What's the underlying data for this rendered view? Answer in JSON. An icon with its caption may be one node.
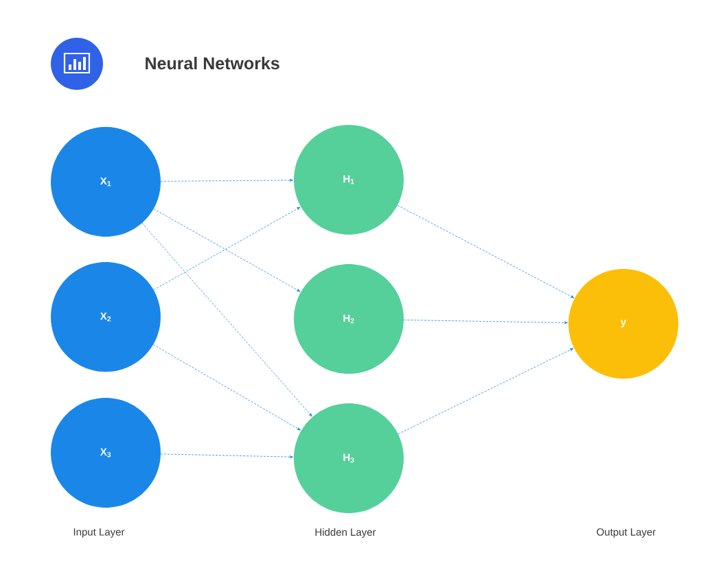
{
  "diagram": {
    "title": "Neural Networks",
    "nodes": [
      {
        "text": [
          "X$_{1}$"
        ]
      },
      {
        "text": [
          "X$_{2}$"
        ]
      },
      {
        "text": [
          "X$_{3}$"
        ]
      },
      {
        "text": [
          "H$_{1}$"
        ]
      },
      {
        "text": [
          "H$_{2}$"
        ]
      },
      {
        "text": [
          "H$_{3}$"
        ]
      },
      {
        "text": [
          "y"
        ]
      }
    ],
    "edges": [
      {
        "from": 0,
        "to": 3,
        "arrow": "to"
      },
      {
        "from": 0,
        "to": 4,
        "arrow": "to"
      },
      {
        "from": 0,
        "to": 5,
        "arrow": "to"
      },
      {
        "from": 1,
        "to": 3,
        "arrow": "to"
      },
      {
        "from": 1,
        "to": 5,
        "arrow": "to"
      },
      {
        "from": 2,
        "to": 5,
        "arrow": "to"
      },
      {
        "from": 3,
        "to": 6,
        "arrow": "to"
      },
      {
        "from": 4,
        "to": 6,
        "arrow": "to"
      },
      {
        "from": 5,
        "to": 6,
        "arrow": "to"
      }
    ],
    "labels": [
      "Input Layer",
      "Hidden Layer",
      "Output Layer"
    ]
  }
}
